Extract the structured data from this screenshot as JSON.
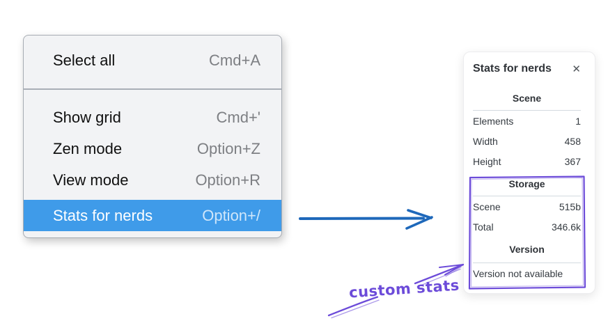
{
  "menu": {
    "items": [
      {
        "label": "Select all",
        "shortcut": "Cmd+A"
      },
      {
        "label": "Show grid",
        "shortcut": "Cmd+'"
      },
      {
        "label": "Zen mode",
        "shortcut": "Option+Z"
      },
      {
        "label": "View mode",
        "shortcut": "Option+R"
      },
      {
        "label": "Stats for nerds",
        "shortcut": "Option+/"
      }
    ],
    "selected_item": "Stats for nerds"
  },
  "stats_panel": {
    "title": "Stats for nerds",
    "close_icon": "✕",
    "sections": [
      {
        "heading": "Scene",
        "rows": [
          {
            "label": "Elements",
            "value": "1"
          },
          {
            "label": "Width",
            "value": "458"
          },
          {
            "label": "Height",
            "value": "367"
          }
        ]
      },
      {
        "heading": "Storage",
        "rows": [
          {
            "label": "Scene",
            "value": "515b"
          },
          {
            "label": "Total",
            "value": "346.6k"
          }
        ]
      },
      {
        "heading": "Version",
        "note": "Version not available"
      }
    ]
  },
  "annotation": {
    "label": "custom stats",
    "color": "#6c4bd9"
  },
  "colors": {
    "menu_highlight": "#3f9be9",
    "arrow_blue": "#1e68ba",
    "annotation_purple": "#6c4bd9"
  }
}
